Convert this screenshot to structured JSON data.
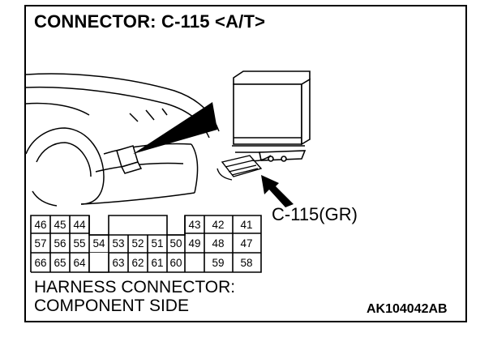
{
  "header": {
    "title": "CONNECTOR: C-115 <A/T>"
  },
  "callout": {
    "label": "C-115(GR)"
  },
  "connector": {
    "pins": {
      "row1_left": [
        "46",
        "45",
        "44"
      ],
      "row1_right": [
        "43",
        "42",
        "41"
      ],
      "row2_left": [
        "57",
        "56",
        "55"
      ],
      "row2_mid": [
        "54",
        "53",
        "52",
        "51",
        "50",
        "49"
      ],
      "row2_right": [
        "48",
        "47"
      ],
      "row3_left": [
        "66",
        "65",
        "64"
      ],
      "row3_mid": [
        "63",
        "62",
        "61",
        "60"
      ],
      "row3_right": [
        "59",
        "58"
      ]
    }
  },
  "footer": {
    "line1": "HARNESS CONNECTOR:",
    "line2": "COMPONENT SIDE",
    "code": "AK104042AB"
  }
}
